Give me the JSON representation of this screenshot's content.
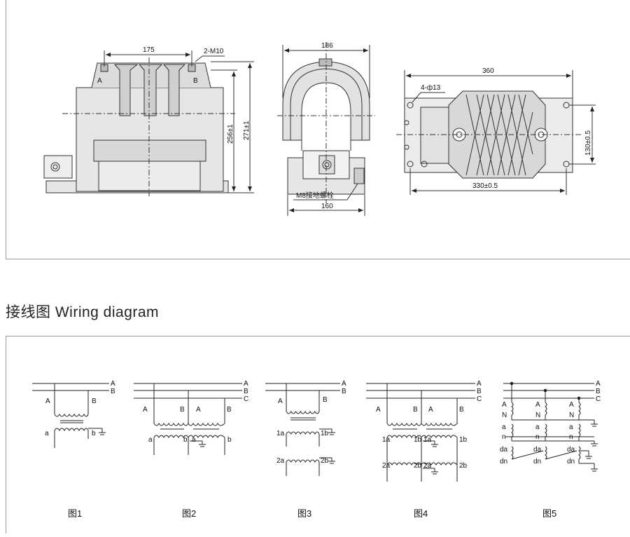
{
  "section": {
    "title": "接线图 Wiring diagram"
  },
  "drawings": {
    "side_view": {
      "dim_width": "175",
      "bolt": "2-M10",
      "h1": "256±1",
      "h2": "271±1",
      "terminal_a": "A",
      "terminal_b": "B"
    },
    "front_view": {
      "dim_top": "186",
      "dim_bottom": "160",
      "ground": "M8接地螺栓"
    },
    "top_view": {
      "dim_top": "360",
      "holes": "4-ф13",
      "dim_bottom": "330±0.5",
      "dim_side": "130±0.5"
    }
  },
  "figures": [
    {
      "caption": "图1",
      "lines": [
        "A",
        "B"
      ],
      "primary": [
        "A",
        "B"
      ],
      "secondary": [
        "a",
        "b"
      ]
    },
    {
      "caption": "图2",
      "lines": [
        "A",
        "B",
        "C"
      ],
      "primary": [
        "A",
        "B",
        "A",
        "B"
      ],
      "secondary": [
        "a",
        "b",
        "a",
        "b"
      ]
    },
    {
      "caption": "图3",
      "lines": [
        "A",
        "B"
      ],
      "primary": [
        "A",
        "B"
      ],
      "secondary": [
        "1a",
        "1b",
        "2a",
        "2b"
      ]
    },
    {
      "caption": "图4",
      "lines": [
        "A",
        "B",
        "C"
      ],
      "primary": [
        "A",
        "B",
        "A",
        "B"
      ],
      "secondary": [
        "1a",
        "1b",
        "1a",
        "1b",
        "2a",
        "2b",
        "2a",
        "2b"
      ]
    },
    {
      "caption": "图5",
      "lines": [
        "A",
        "B",
        "C"
      ],
      "rows": [
        "A",
        "N",
        "a",
        "n",
        "da",
        "dn"
      ]
    }
  ],
  "colors": {
    "line": "#222222",
    "panel_border": "#9a9a9a",
    "body_fill": "#e6e6e6"
  }
}
